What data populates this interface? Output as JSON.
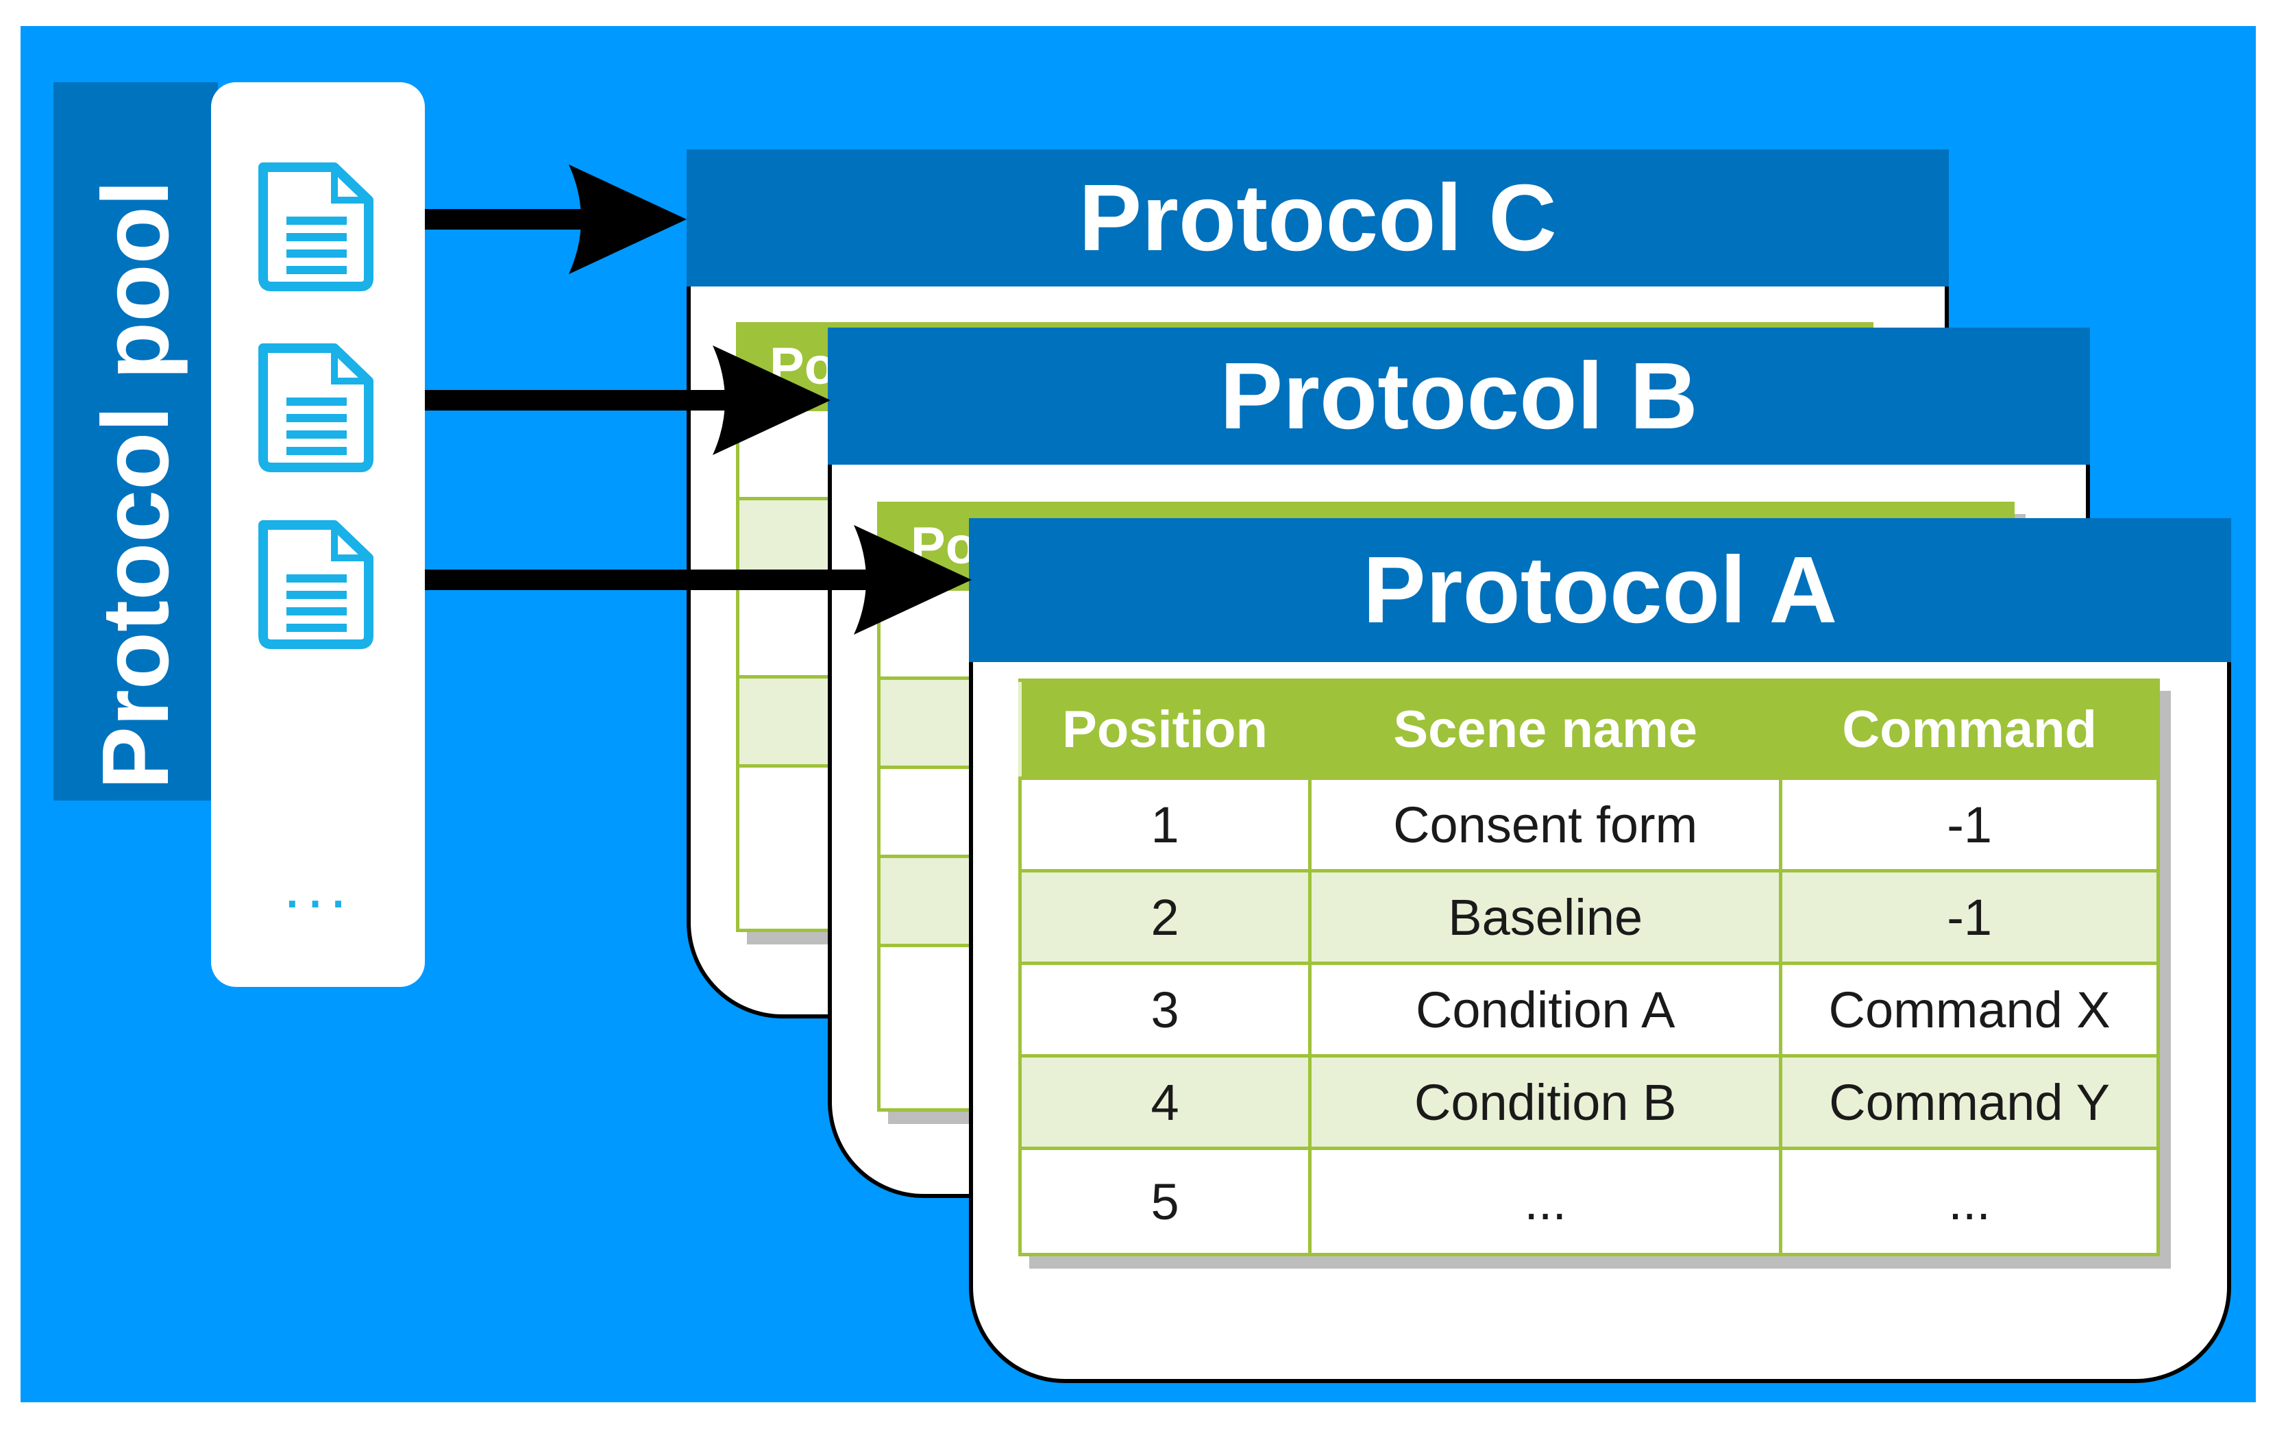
{
  "pool": {
    "label": "Protocol pool",
    "icons": [
      "document-icon",
      "document-icon",
      "document-icon"
    ],
    "ellipsis": "..."
  },
  "protocols": {
    "c": {
      "title": "Protocol C"
    },
    "b": {
      "title": "Protocol B"
    },
    "a": {
      "title": "Protocol A",
      "columns": [
        "Position",
        "Scene name",
        "Command"
      ],
      "rows": [
        [
          "1",
          "Consent form",
          "-1"
        ],
        [
          "2",
          "Baseline",
          "-1"
        ],
        [
          "3",
          "Condition A",
          "Command X"
        ],
        [
          "4",
          "Condition B",
          "Command Y"
        ],
        [
          "5",
          "...",
          "..."
        ]
      ]
    }
  },
  "colors": {
    "background": "#0099ff",
    "header": "#0071bc",
    "table_header": "#9ec23a",
    "table_alt_row": "#e8f0d6",
    "icon": "#1ab0e8"
  }
}
